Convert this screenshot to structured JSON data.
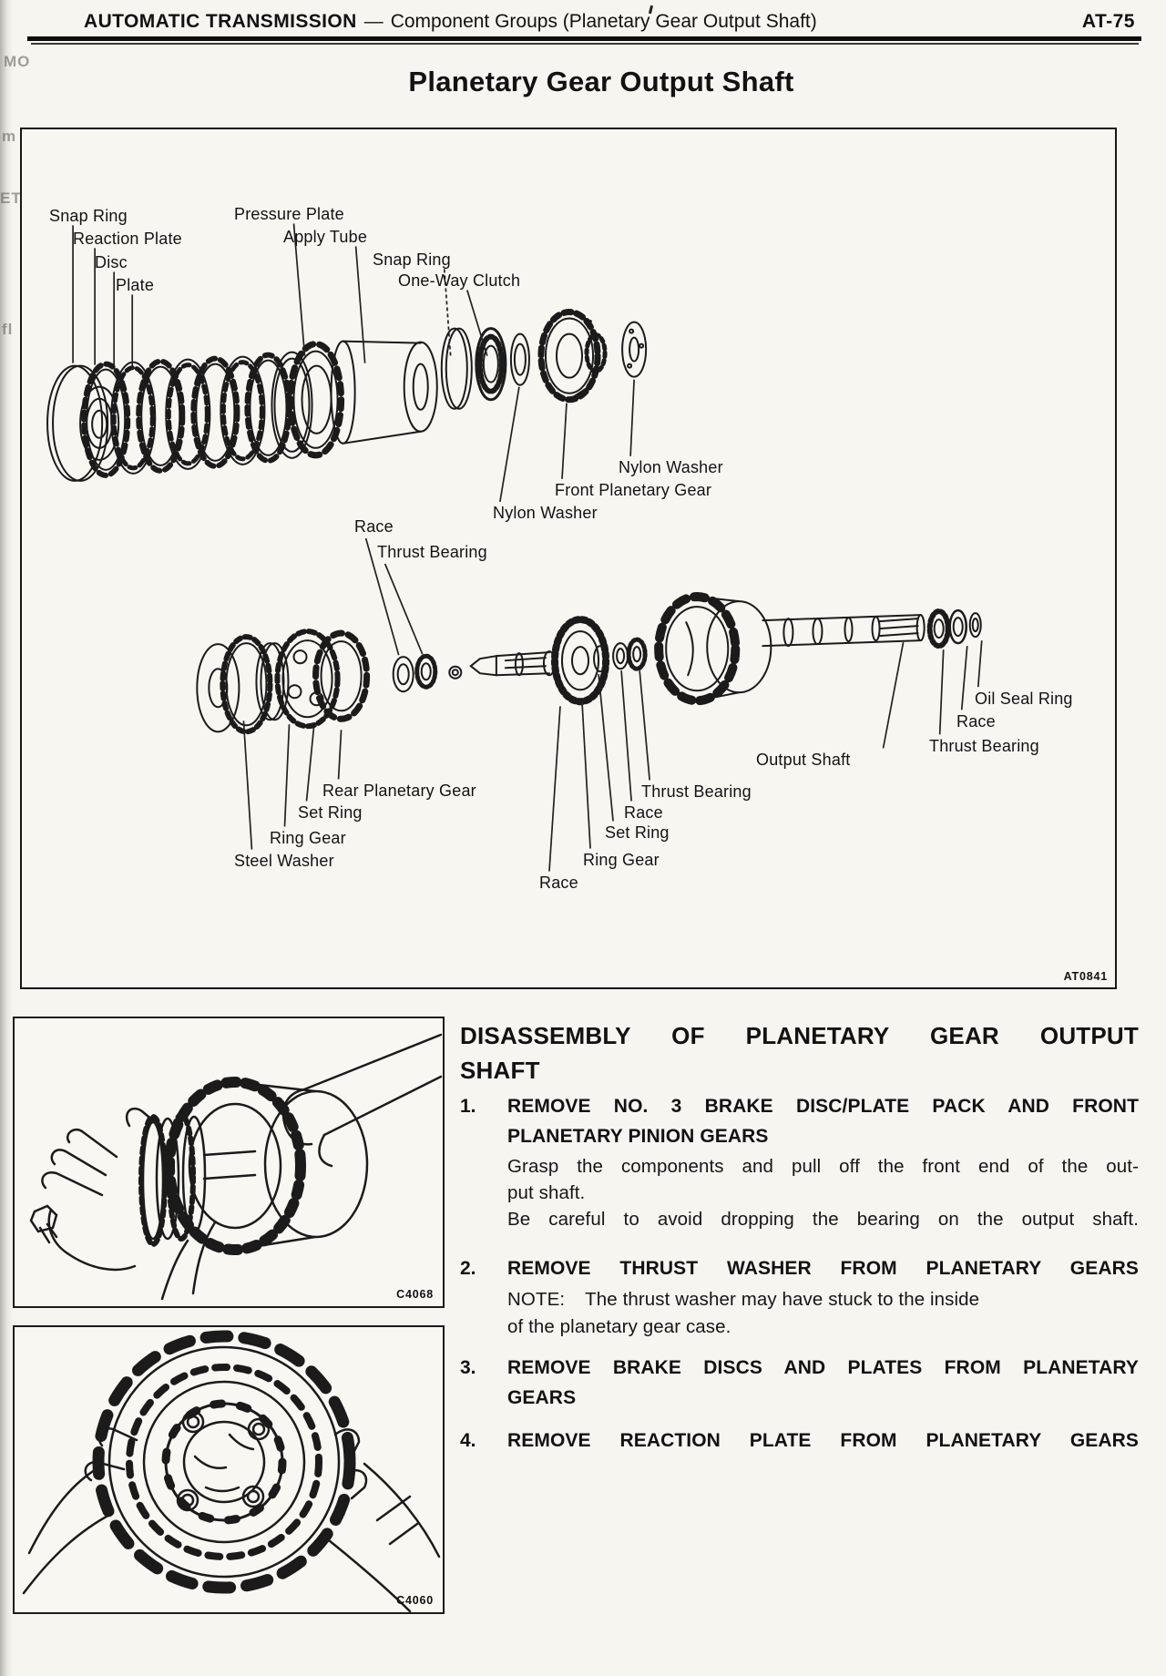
{
  "header": {
    "brand": "AUTOMATIC TRANSMISSION",
    "dash": "—",
    "subtitle": "Component Groups (Planetary Gear Output Shaft)",
    "page_number": "AT-75"
  },
  "title": "Planetary Gear Output Shaft",
  "diagram": {
    "figure_code": "AT0841",
    "labels": [
      "Snap Ring",
      "Reaction Plate",
      "Disc",
      "Plate",
      "Pressure Plate",
      "Apply Tube",
      "Snap Ring",
      "One-Way Clutch",
      "Nylon Washer",
      "Front Planetary Gear",
      "Nylon Washer",
      "Race",
      "Thrust Bearing",
      "Output Shaft",
      "Thrust Bearing",
      "Race",
      "Set Ring",
      "Ring Gear",
      "Race",
      "Rear Planetary Gear",
      "Set Ring",
      "Ring Gear",
      "Steel Washer",
      "Oil Seal Ring",
      "Race",
      "Thrust Bearing"
    ]
  },
  "figures": [
    {
      "code": "C4068"
    },
    {
      "code": "C4060"
    }
  ],
  "instructions": {
    "heading_lines": [
      "DISASSEMBLY OF PLANETARY GEAR OUTPUT",
      "SHAFT"
    ],
    "steps": [
      {
        "num": "1.",
        "title_lines": [
          "REMOVE NO. 3 BRAKE DISC/PLATE PACK AND FRONT",
          "PLANETARY PINION GEARS"
        ],
        "body_lines": [
          "Grasp the components and pull off the front end of the out-",
          "put shaft.",
          "Be careful to avoid dropping the bearing on the output shaft."
        ]
      },
      {
        "num": "2.",
        "title_lines": [
          "REMOVE THRUST WASHER FROM PLANETARY GEARS"
        ],
        "note_label": "NOTE:",
        "note_lines": [
          "The thrust washer may have stuck to the inside",
          "of the planetary gear case."
        ]
      },
      {
        "num": "3.",
        "title_lines": [
          "REMOVE BRAKE DISCS AND PLATES FROM PLANETARY",
          "GEARS"
        ]
      },
      {
        "num": "4.",
        "title_lines": [
          "REMOVE REACTION PLATE FROM PLANETARY GEARS"
        ]
      }
    ]
  },
  "artifacts": [
    "MO",
    "m",
    "ET.",
    "fl"
  ]
}
